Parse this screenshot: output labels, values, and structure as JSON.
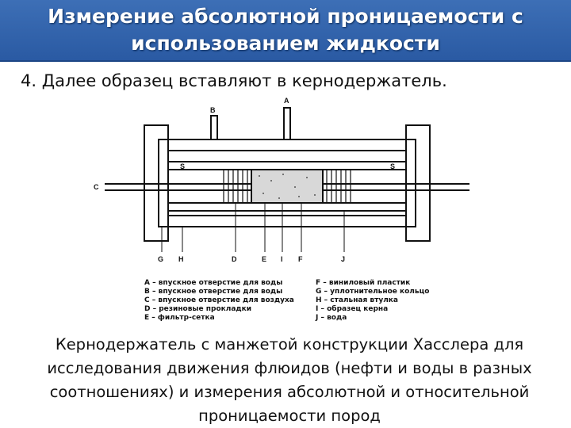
{
  "slide": {
    "title_line1": "Измерение абсолютной проницаемости с",
    "title_line2": "использованием жидкости",
    "step_text": "4. Далее образец вставляют в кернодержатель."
  },
  "diagram": {
    "labels": {
      "A": "A",
      "B": "B",
      "C": "C",
      "D": "D",
      "E": "E",
      "F": "F",
      "G": "G",
      "H": "H",
      "I": "I",
      "J": "J",
      "S1": "S",
      "S2": "S"
    }
  },
  "legend": {
    "left": [
      "A – впускное отверстие для воды",
      "B – впускное отверстие для воды",
      "C – впускное отверстие для воздуха",
      "D – резиновые прокладки",
      "E – фильтр-сетка"
    ],
    "right": [
      "F – виниловый пластик",
      "G – уплотнительное кольцо",
      "H – стальная втулка",
      "I – образец керна",
      "J – вода"
    ]
  },
  "caption": {
    "line1": "Кернодержатель с манжетой конструкции Хасслера для",
    "line2": "исследования движения флюидов (нефти и воды в разных",
    "line3": "соотношениях) и измерения абсолютной и относительной",
    "line4": "проницаемости пород"
  }
}
